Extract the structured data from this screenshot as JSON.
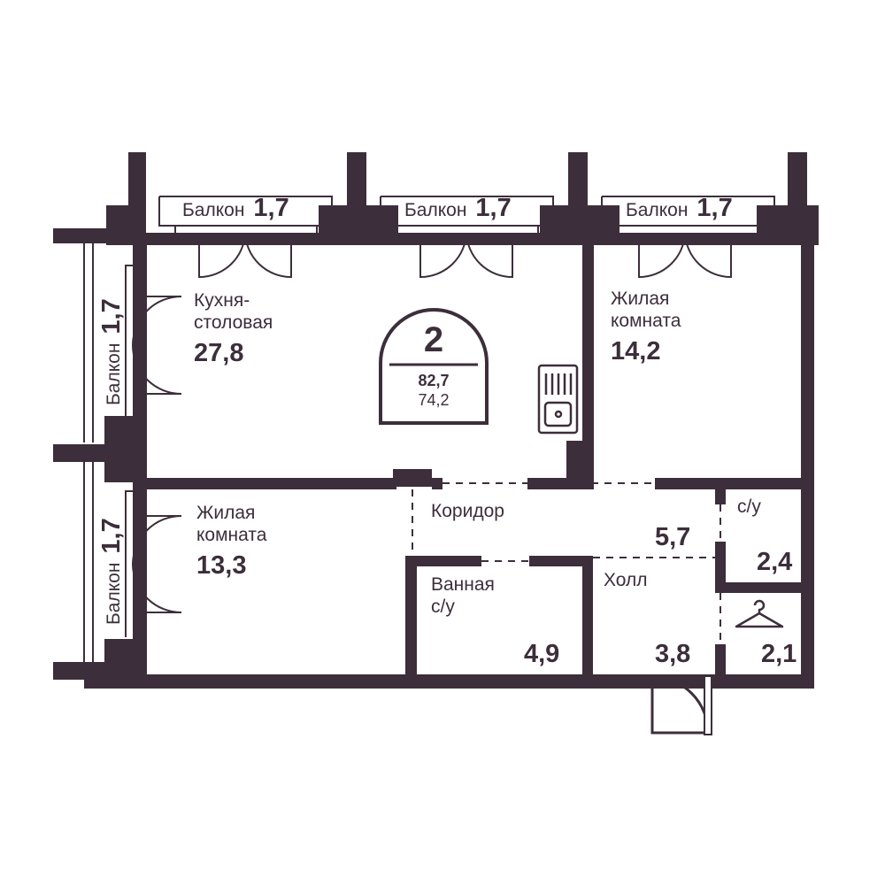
{
  "colors": {
    "wall": "#3d2e3b",
    "background": "#ffffff"
  },
  "badge": {
    "rooms": "2",
    "total_area": "82,7",
    "living_area": "74,2"
  },
  "balconies": [
    {
      "label": "Балкон",
      "value": "1,7"
    },
    {
      "label": "Балкон",
      "value": "1,7"
    },
    {
      "label": "Балкон",
      "value": "1,7"
    },
    {
      "label": "Балкон",
      "value": "1,7"
    },
    {
      "label": "Балкон",
      "value": "1,7"
    }
  ],
  "rooms": {
    "kitchen": {
      "line1": "Кухня-",
      "line2": "столовая",
      "area": "27,8"
    },
    "living_right": {
      "line1": "Жилая",
      "line2": "комната",
      "area": "14,2"
    },
    "living_left": {
      "line1": "Жилая",
      "line2": "комната",
      "area": "13,3"
    },
    "corridor": {
      "name": "Коридор",
      "area": "5,7"
    },
    "bathroom": {
      "line1": "Ванная",
      "line2": "с/у",
      "area": "4,9"
    },
    "hall": {
      "name": "Холл",
      "area": "3,8"
    },
    "wc": {
      "name": "с/у",
      "area": "2,4"
    },
    "wardrobe": {
      "area": "2,1"
    }
  }
}
